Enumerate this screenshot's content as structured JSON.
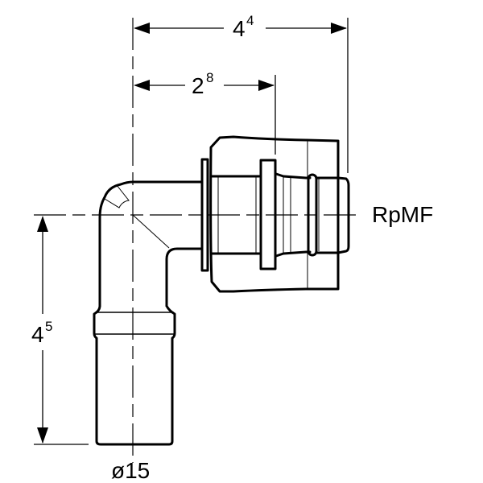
{
  "drawing": {
    "title": "Elbow fitting with union nut",
    "dimensions": {
      "overall_length": {
        "base": "4",
        "sup": "4"
      },
      "nut_offset": {
        "base": "2",
        "sup": "8"
      },
      "height": {
        "base": "4",
        "sup": "5"
      },
      "diameter": "ø15"
    },
    "thread_label": "RpMF"
  }
}
